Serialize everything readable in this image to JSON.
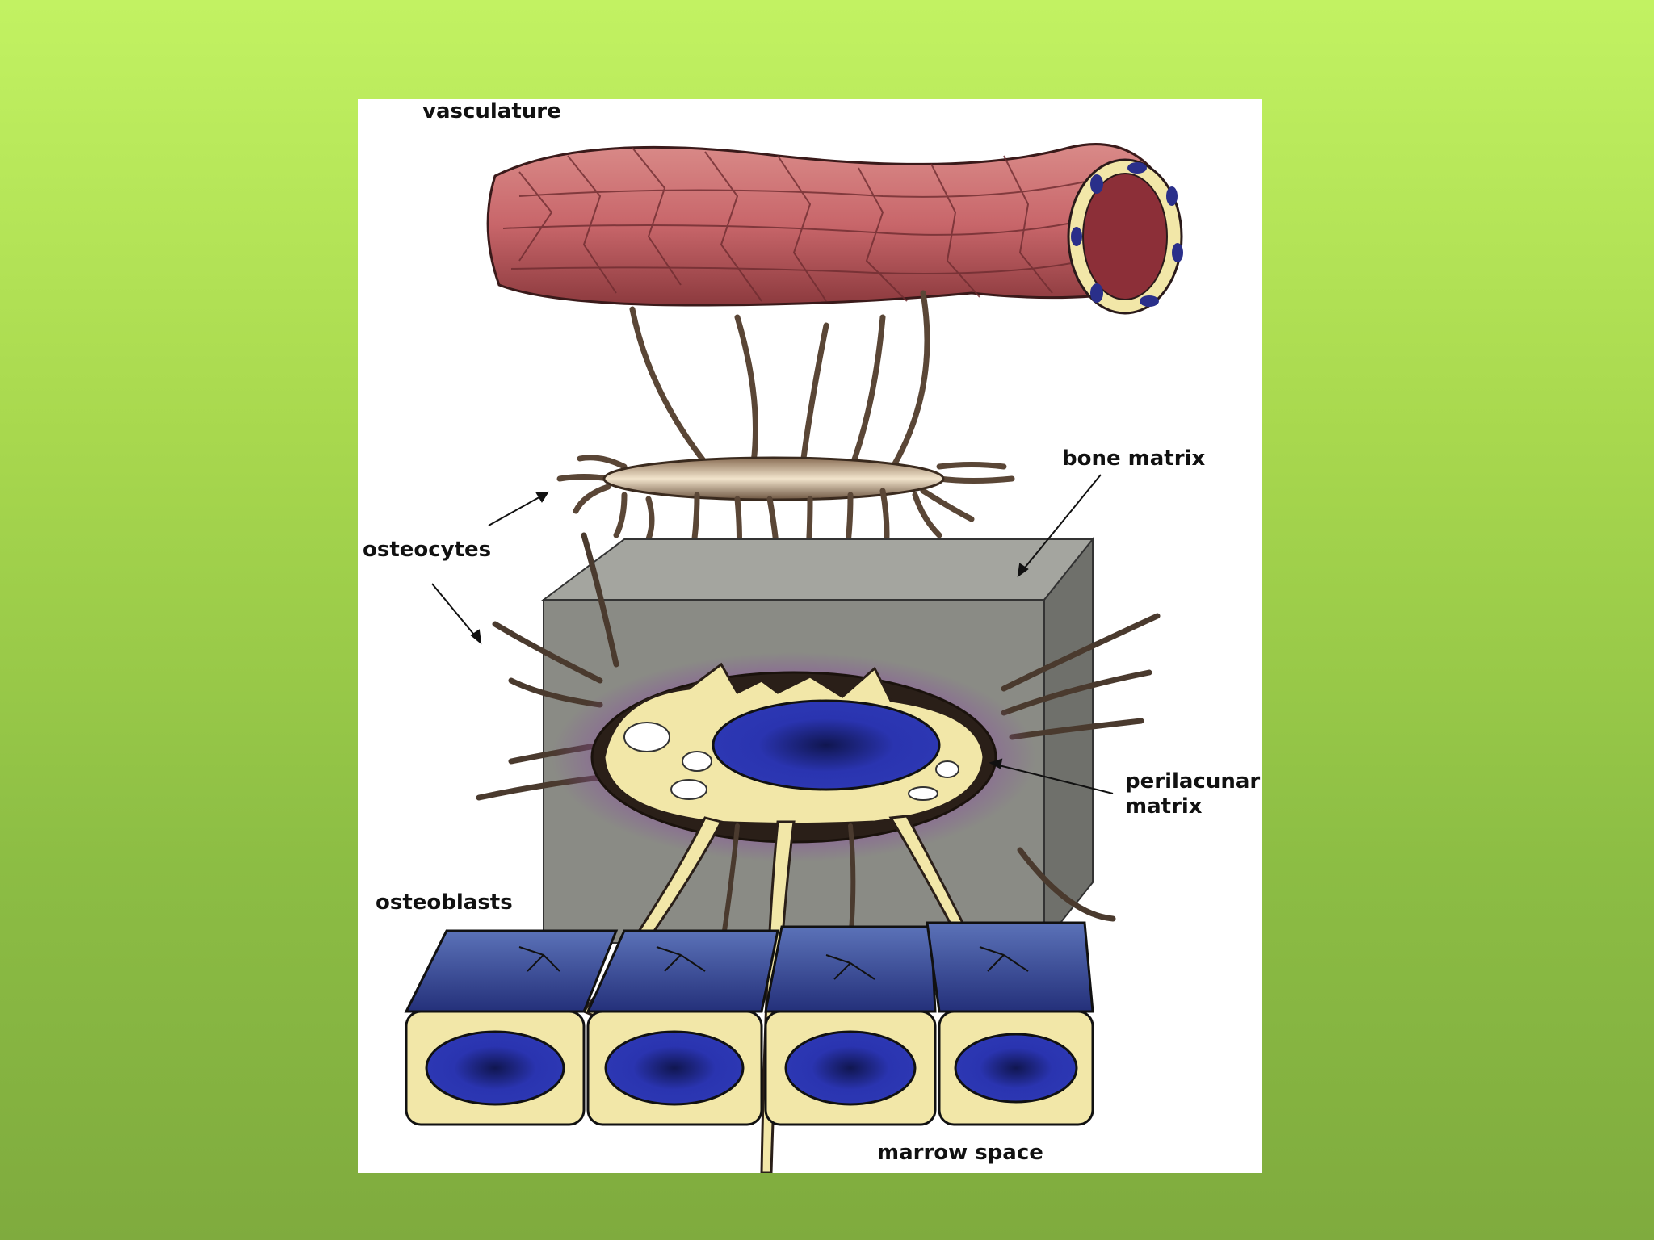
{
  "labels": {
    "vasculature": "vasculature",
    "bone_matrix": "bone matrix",
    "osteocytes": "osteocytes",
    "perilacunar_line1": "perilacunar",
    "perilacunar_line2": "matrix",
    "osteoblasts": "osteoblasts",
    "marrow_space": "marrow space"
  },
  "colors": {
    "background_top": "#c2f262",
    "background_bottom": "#7fab3e",
    "vessel": "#c8666a",
    "bone_block": "#8a8b85",
    "osteocyte_body": "#e8d9a0",
    "nucleus": "#2a2fa0",
    "perilacunar_halo": "#8a4fa0",
    "osteoblast_top": "#2d3f8e"
  }
}
